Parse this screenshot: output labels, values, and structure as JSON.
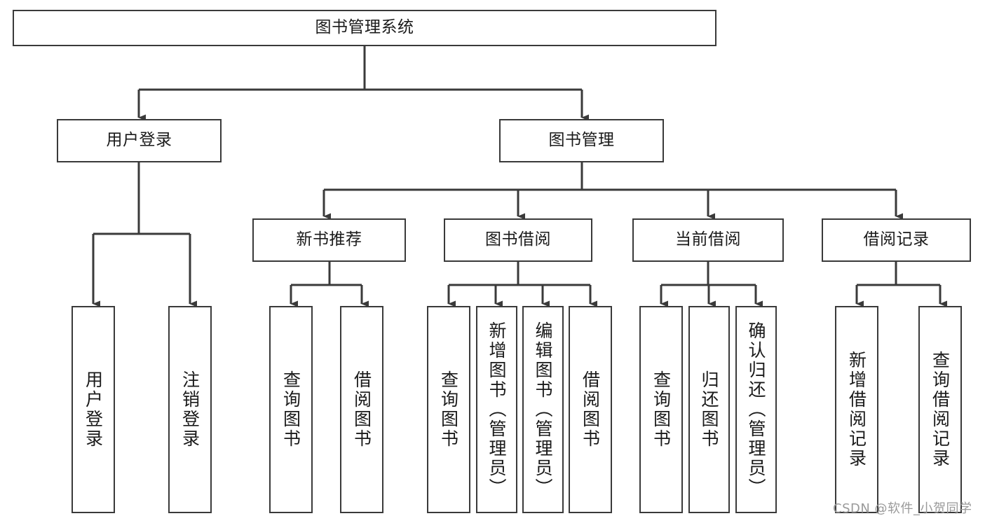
{
  "diagram": {
    "type": "tree",
    "title": "图书管理系统",
    "root": {
      "id": "root",
      "label": "图书管理系统"
    },
    "level2": [
      {
        "id": "user-login",
        "label": "用户登录"
      },
      {
        "id": "book-management",
        "label": "图书管理"
      }
    ],
    "level3": [
      {
        "id": "new-book-recommend",
        "label": "新书推荐"
      },
      {
        "id": "book-borrow",
        "label": "图书借阅"
      },
      {
        "id": "current-borrow",
        "label": "当前借阅"
      },
      {
        "id": "borrow-record",
        "label": "借阅记录"
      }
    ],
    "leaves": {
      "user_login": [
        {
          "id": "leaf-user-login",
          "label": "用户登录"
        },
        {
          "id": "leaf-logout",
          "label": "注销登录"
        }
      ],
      "new_book_recommend": [
        {
          "id": "leaf-query-book-1",
          "label": "查询图书"
        },
        {
          "id": "leaf-borrow-book-1",
          "label": "借阅图书"
        }
      ],
      "book_borrow": [
        {
          "id": "leaf-query-book-2",
          "label": "查询图书"
        },
        {
          "id": "leaf-add-book",
          "label": "新增图书（管理员）"
        },
        {
          "id": "leaf-edit-book",
          "label": "编辑图书（管理员）"
        },
        {
          "id": "leaf-borrow-book-2",
          "label": "借阅图书"
        }
      ],
      "current_borrow": [
        {
          "id": "leaf-query-book-3",
          "label": "查询图书"
        },
        {
          "id": "leaf-return-book",
          "label": "归还图书"
        },
        {
          "id": "leaf-confirm-return",
          "label": "确认归还（管理员）"
        }
      ],
      "borrow_record": [
        {
          "id": "leaf-add-record",
          "label": "新增借阅记录"
        },
        {
          "id": "leaf-query-record",
          "label": "查询借阅记录"
        }
      ]
    }
  },
  "watermark": {
    "text": "CSDN @软件_小贺同学"
  },
  "colors": {
    "stroke": "#3a3a3a",
    "background": "#ffffff",
    "text": "#1a1a1a",
    "watermark": "#9a9a9a"
  }
}
